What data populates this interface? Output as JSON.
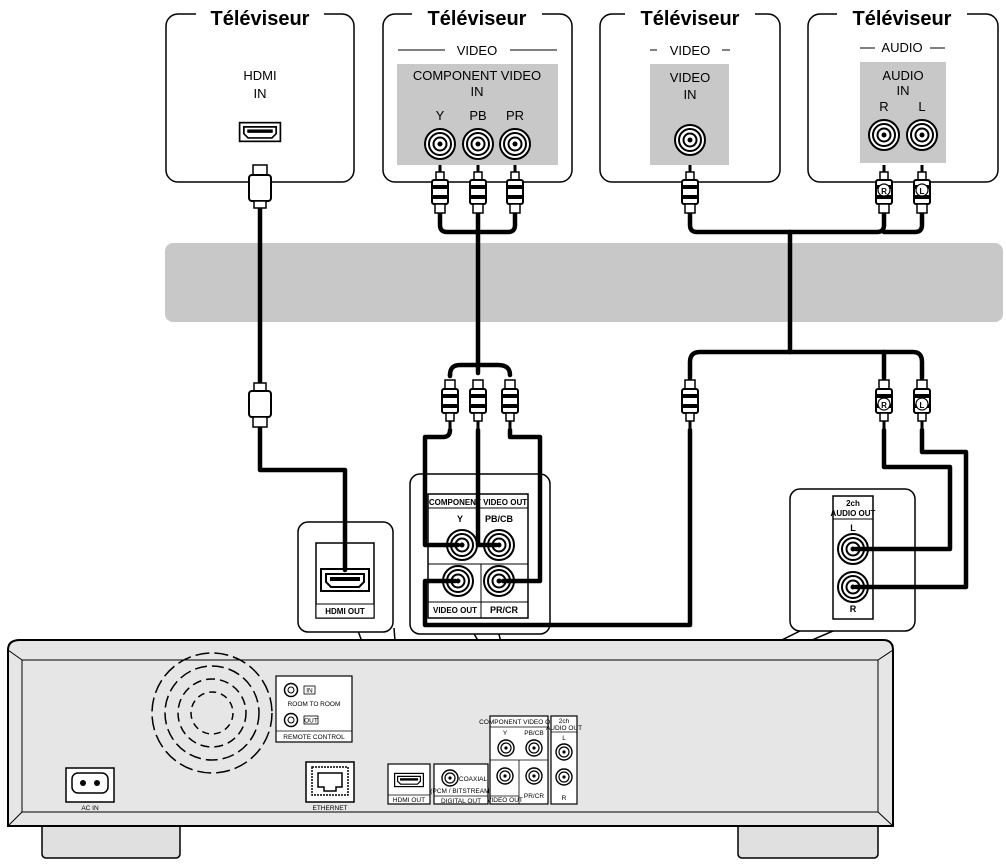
{
  "tvs": [
    {
      "title": "Téléviseur",
      "input_label_1": "HDMI",
      "input_label_2": "IN"
    },
    {
      "title": "Téléviseur",
      "group": "VIDEO",
      "input_label_1": "COMPONENT VIDEO",
      "input_label_2": "IN",
      "jacks": [
        "Y",
        "PB",
        "PR"
      ]
    },
    {
      "title": "Téléviseur",
      "group": "VIDEO",
      "input_label_1": "VIDEO",
      "input_label_2": "IN"
    },
    {
      "title": "Téléviseur",
      "group": "AUDIO",
      "input_label_1": "AUDIO",
      "input_label_2": "IN",
      "jacks": [
        "R",
        "L"
      ]
    }
  ],
  "plug_letters": {
    "right": "R",
    "left": "L"
  },
  "zoom": {
    "hdmi_out": "HDMI OUT",
    "component_header": "COMPONENT VIDEO OUT",
    "component_y": "Y",
    "component_pbcb": "PB/CB",
    "component_prcr": "PR/CR",
    "video_out": "VIDEO OUT",
    "audio_header_1": "2ch",
    "audio_header_2": "AUDIO OUT",
    "audio_l": "L",
    "audio_r": "R"
  },
  "player": {
    "ac_in": "AC IN",
    "remote_in": "IN",
    "remote_out": "OUT",
    "room_to_room": "ROOM TO ROOM",
    "remote_control": "REMOTE CONTROL",
    "ethernet": "ETHERNET",
    "hdmi_out": "HDMI OUT",
    "coaxial": "COAXIAL",
    "pcm_bitstream": "(PCM / BITSTREAM)",
    "digital_out": "DIGITAL OUT",
    "component_header": "COMPONENT VIDEO OUT",
    "y": "Y",
    "pbcb": "PB/CB",
    "prcr": "PR/CR",
    "video_out": "VIDEO OUT",
    "audio_header_1": "2ch",
    "audio_header_2": "AUDIO OUT",
    "l": "L",
    "r": "R"
  },
  "colors": {
    "panel_fill": "#c8c8c8",
    "band_fill": "#c8c8c8",
    "player_body": "#e6e6e6",
    "cable": "#000000"
  }
}
